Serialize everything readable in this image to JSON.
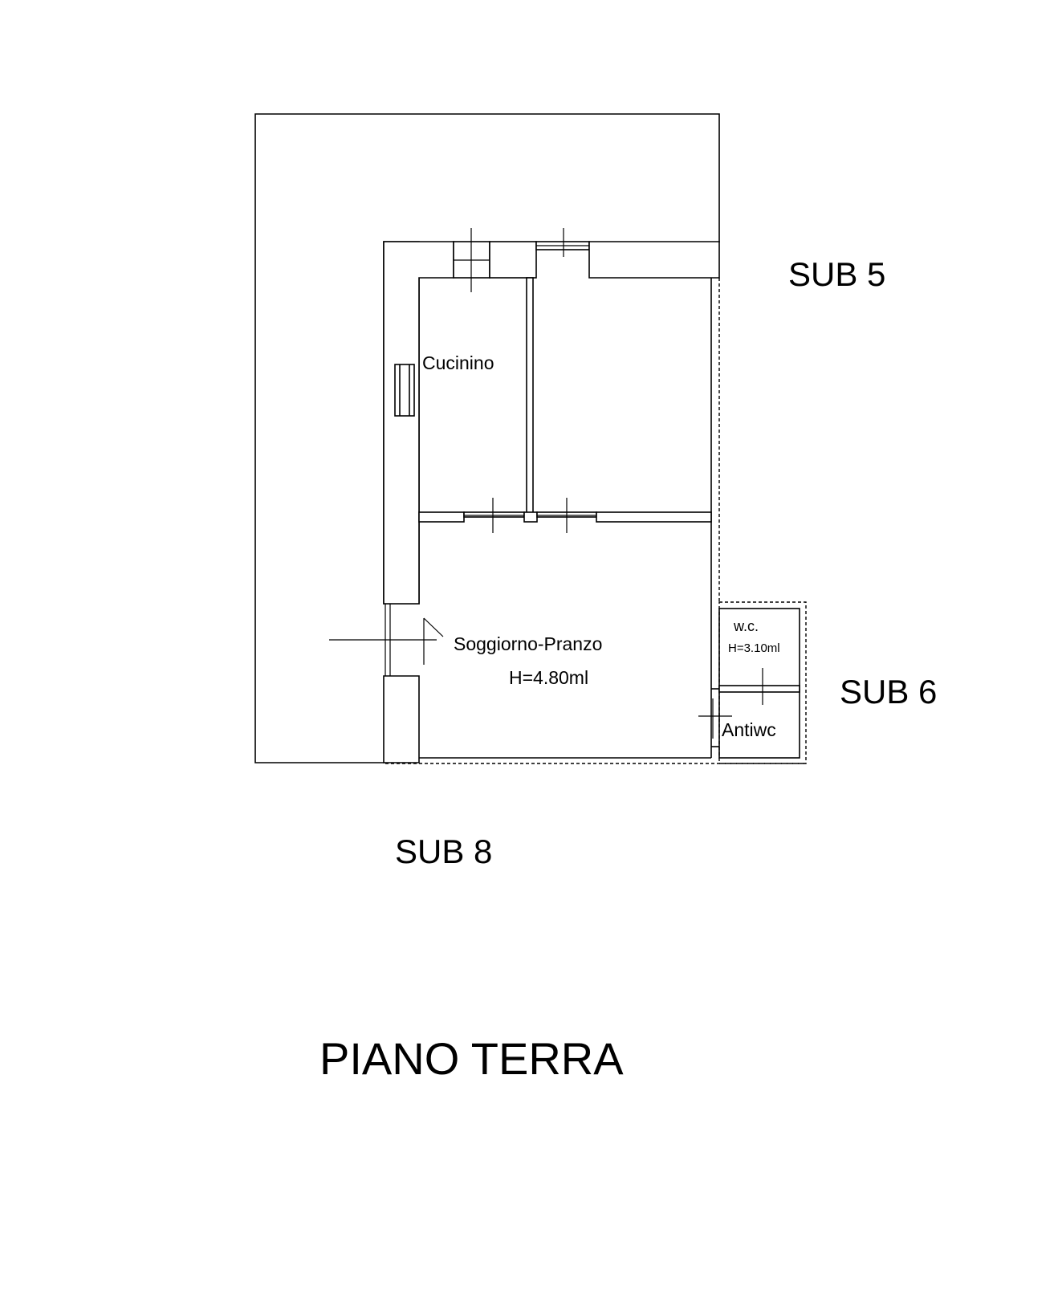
{
  "labels": {
    "sub5": "SUB 5",
    "sub6": "SUB 6",
    "sub8": "SUB 8",
    "title": "PIANO TERRA"
  },
  "rooms": {
    "cucinino": "Cucinino",
    "soggiorno": "Soggiorno-Pranzo",
    "soggiorno_height": "H=4.80ml",
    "wc": "w.c.",
    "wc_height": "H=3.10ml",
    "antiwc": "Antiwc"
  }
}
